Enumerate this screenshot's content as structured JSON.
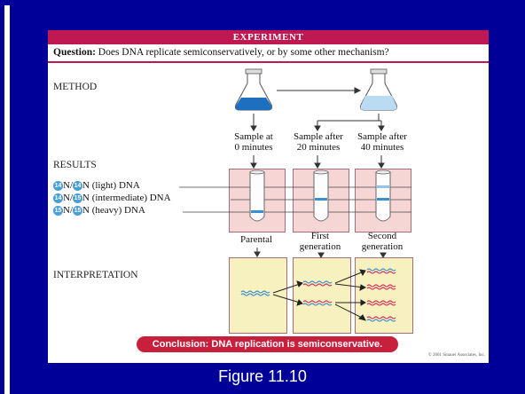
{
  "experiment_header": "EXPERIMENT",
  "question": {
    "label": "Question:",
    "text": "Does DNA replicate semiconservatively, or by some other mechanism?"
  },
  "sections": {
    "method": "METHOD",
    "results": "RESULTS",
    "interpretation": "INTERPRETATION"
  },
  "samples": [
    {
      "line1": "Sample at",
      "line2": "0 minutes"
    },
    {
      "line1": "Sample after",
      "line2": "20 minutes"
    },
    {
      "line1": "Sample after",
      "line2": "40 minutes"
    }
  ],
  "legend": [
    {
      "mark_a": "14",
      "mark_b": "14",
      "text": "N/",
      "text2": "N (light) DNA"
    },
    {
      "mark_a": "14",
      "mark_b": "15",
      "text": "N/",
      "text2": "N (intermediate) DNA"
    },
    {
      "mark_a": "15",
      "mark_b": "15",
      "text": "N/",
      "text2": "N (heavy) DNA"
    }
  ],
  "generations": [
    {
      "line1": "",
      "line2": "Parental"
    },
    {
      "line1": "First",
      "line2": "generation"
    },
    {
      "line1": "Second",
      "line2": "generation"
    }
  ],
  "conclusion": "Conclusion: DNA replication is semiconservative.",
  "copyright": "© 2001 Sinauer Associates, Inc.",
  "caption": "Figure 11.10",
  "colors": {
    "background": "#000099",
    "header": "#c01850",
    "result_panel": "#f6d6d4",
    "interp_panel": "#f7f1bf",
    "dna_blue": "#3a8fd0",
    "dna_red": "#d0305a"
  }
}
